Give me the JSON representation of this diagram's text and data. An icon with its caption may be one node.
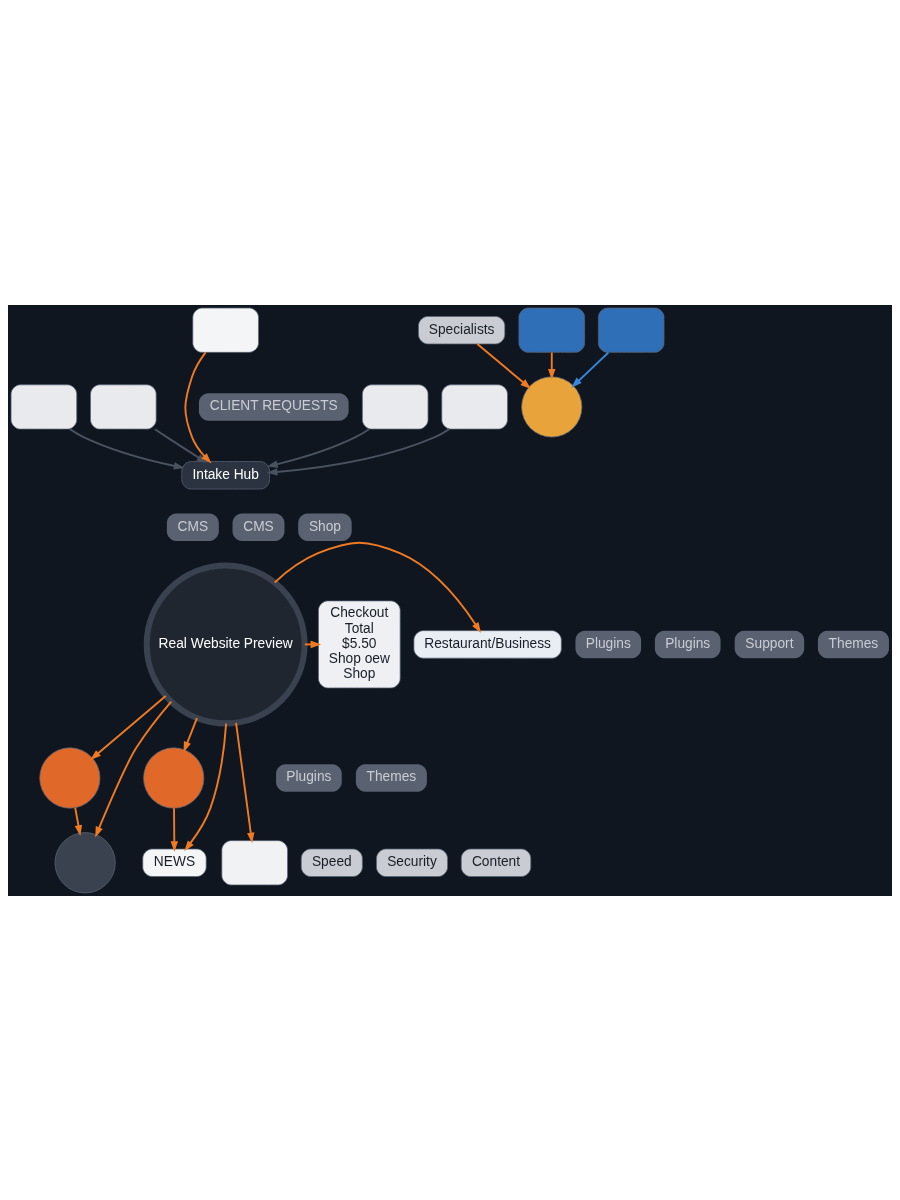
{
  "diagram": {
    "nodes": [
      {
        "text": [],
        "shape": "box"
      },
      {
        "text": [],
        "shape": "box"
      },
      {
        "text": [],
        "shape": "box"
      },
      {
        "text": [],
        "shape": "box"
      },
      {
        "text": [],
        "shape": "box"
      },
      {
        "text": [
          "Intake Hub"
        ]
      },
      {
        "text": [
          "Real Website Preview"
        ]
      },
      {
        "text": [
          "Restaurant/Business"
        ]
      },
      {
        "text": [
          "Checkout",
          "Total",
          "$5.50",
          "Shop oew",
          "Shop"
        ]
      },
      {
        "text": [],
        "shape": "circle"
      },
      {
        "text": [],
        "shape": "circle"
      },
      {
        "text": [],
        "shape": "circle"
      },
      {
        "text": [],
        "shape": "box",
        "beside": [
          "Speed",
          "Security",
          "Content"
        ]
      },
      {
        "text": [
          "NEWS"
        ]
      },
      {
        "text": [
          "Specialists"
        ]
      },
      {
        "text": [],
        "shape": "circle"
      },
      {
        "text": [],
        "shape": "box"
      },
      {
        "text": [],
        "shape": "box"
      }
    ],
    "edges": [
      {
        "from": 0,
        "to": 5,
        "arrow": "to",
        "color": "#4a5260"
      },
      {
        "from": 1,
        "to": 5,
        "arrow": "to",
        "color": "#4a5260"
      },
      {
        "from": 2,
        "to": 5,
        "arrow": "to"
      },
      {
        "from": 3,
        "to": 5,
        "arrow": "to",
        "color": "#4a5260"
      },
      {
        "from": 4,
        "to": 5,
        "arrow": "to",
        "color": "#4a5260"
      },
      {
        "from": 6,
        "to": 7,
        "arrow": "to"
      },
      {
        "from": 6,
        "to": 8,
        "arrow": "to"
      },
      {
        "from": 6,
        "to": 9,
        "arrow": "to"
      },
      {
        "from": 6,
        "to": 10,
        "arrow": "to"
      },
      {
        "from": 6,
        "to": 11,
        "arrow": "to"
      },
      {
        "from": 6,
        "to": 12,
        "arrow": "to"
      },
      {
        "from": 6,
        "to": 13,
        "arrow": "to"
      },
      {
        "from": 9,
        "to": 11,
        "arrow": "to"
      },
      {
        "from": 10,
        "to": 13,
        "arrow": "to"
      },
      {
        "from": 14,
        "to": 15,
        "arrow": "to"
      },
      {
        "from": 16,
        "to": 15,
        "arrow": "to"
      },
      {
        "from": 17,
        "to": 15,
        "arrow": "to",
        "color": "#3a86d8"
      }
    ],
    "labels": [
      "CLIENT REQUESTS",
      "CMS",
      "CMS",
      "Shop",
      "Plugins",
      "Plugins",
      "Support",
      "Themes",
      "Plugins",
      "Themes"
    ]
  }
}
